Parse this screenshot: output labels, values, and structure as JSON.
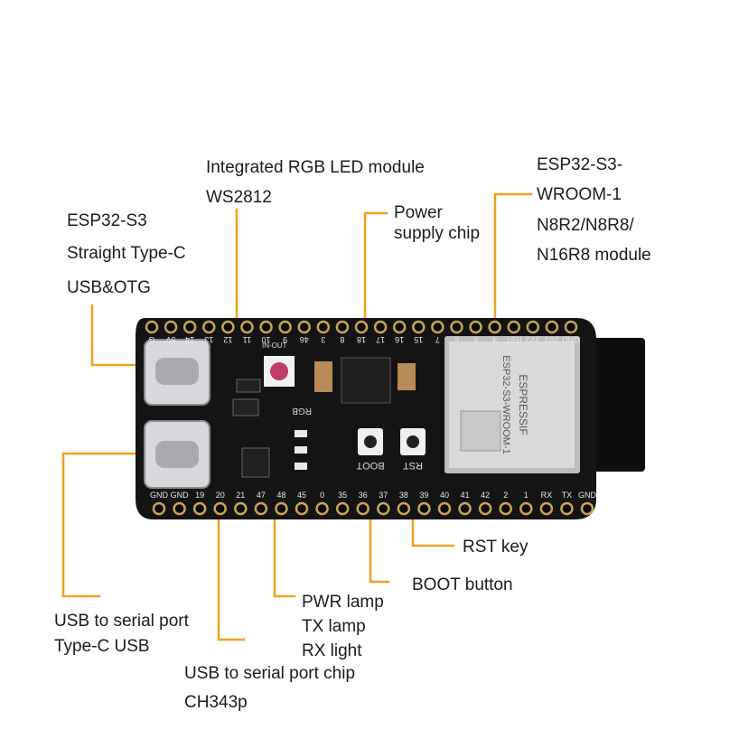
{
  "annotations": {
    "rgb_led": [
      "Integrated RGB LED module",
      "WS2812"
    ],
    "wroom": [
      "ESP32-S3-",
      "WROOM-1",
      "N8R2/N8R8/",
      "N16R8 module"
    ],
    "power": [
      "Power",
      "supply chip"
    ],
    "otg": [
      "ESP32-S3",
      "Straight Type-C",
      "USB&OTG"
    ],
    "rst": [
      "RST key"
    ],
    "boot": [
      "BOOT button"
    ],
    "lamps": [
      "PWR lamp",
      "TX lamp",
      "RX light"
    ],
    "usb_serial": [
      "USB to serial port",
      "Type-C USB"
    ],
    "chip": [
      "USB to serial port chip",
      "CH343p"
    ]
  },
  "board": {
    "top_pins": [
      "GND",
      "3V3",
      "3V3",
      "RST",
      "4",
      "5",
      "6",
      "7",
      "15",
      "16",
      "17",
      "18",
      "8",
      "3",
      "46",
      "9",
      "10",
      "11",
      "12",
      "13",
      "14",
      "5V",
      "G"
    ],
    "bottom_pins": [
      "GND",
      "GND",
      "19",
      "20",
      "21",
      "47",
      "48",
      "45",
      "0",
      "35",
      "36",
      "37",
      "38",
      "39",
      "40",
      "41",
      "42",
      "2",
      "1",
      "RX",
      "TX",
      "GND"
    ],
    "silk": {
      "boot": "BOOT",
      "rst": "RST",
      "rgb": "RGB",
      "din": "IN-OUT",
      "module_brand": "ESPRESSIF",
      "module_name": "ESP32-S3-WROOM-1"
    }
  },
  "colors": {
    "leader": "#f5a020",
    "pcb": "#141414",
    "module": "#d7d7d9",
    "pin_ring": "#c9a35a"
  }
}
